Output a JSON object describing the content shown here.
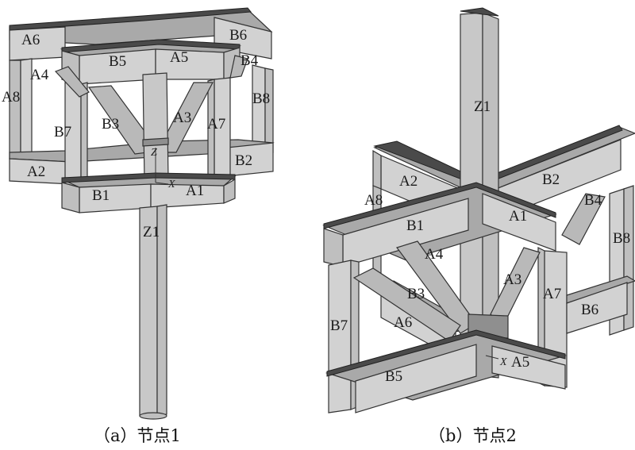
{
  "figure_a": {
    "caption": "（a）节点1",
    "labels": {
      "A6": "A6",
      "B6": "B6",
      "A4": "A4",
      "B5": "B5",
      "A5": "A5",
      "B4": "B4",
      "A8": "A8",
      "B8": "B8",
      "B7": "B7",
      "B3": "B3",
      "A3": "A3",
      "A7": "A7",
      "A2": "A2",
      "B2": "B2",
      "B1": "B1",
      "A1": "A1",
      "Z1": "Z1",
      "axis_x": "X",
      "axis_z": "Z"
    }
  },
  "figure_b": {
    "caption": "（b）节点2",
    "labels": {
      "Z1": "Z1",
      "A2": "A2",
      "B2": "B2",
      "A8": "A8",
      "B4": "B4",
      "B1": "B1",
      "A1": "A1",
      "B8": "B8",
      "A4": "A4",
      "A3": "A3",
      "B3": "B3",
      "A7": "A7",
      "B7": "B7",
      "A6": "A6",
      "B6": "B6",
      "B5": "B5",
      "A5": "A5",
      "axis_x": "X"
    }
  },
  "colors": {
    "steel_light": "#d2d2d2",
    "steel_mid": "#bfbfbf",
    "steel_dark": "#8f8f8f",
    "flange": "#4a4a4a"
  }
}
